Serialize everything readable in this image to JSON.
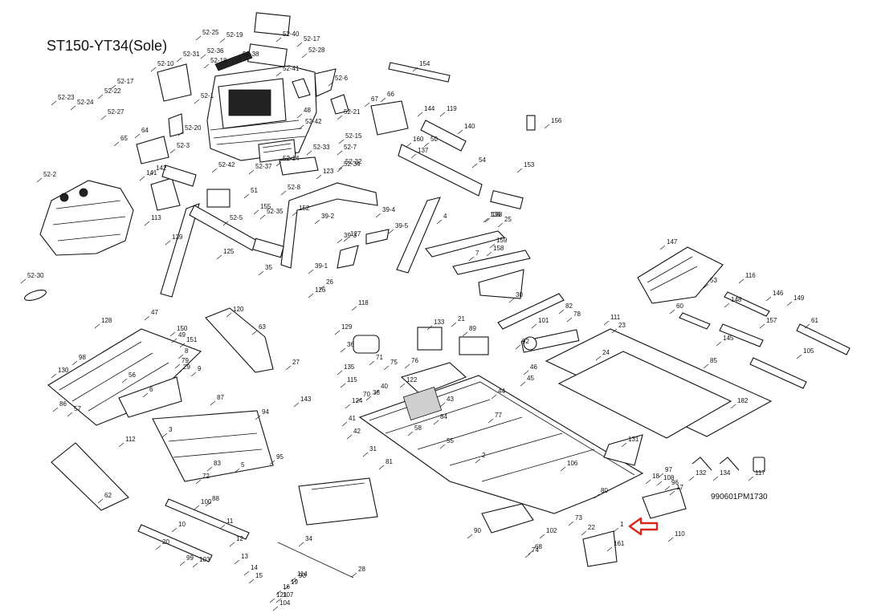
{
  "diagram": {
    "title": "ST150-YT34(Sole)",
    "drawing_code": "990601PM1730",
    "highlight_color": "#d8261c",
    "highlighted_part": "22",
    "labels": [
      "52-25",
      "52-19",
      "52-40",
      "52-17",
      "52-31",
      "52-36",
      "52-18",
      "52-38",
      "52-28",
      "52-10",
      "52-41",
      "52-17",
      "52-22",
      "52-24",
      "52-23",
      "52-27",
      "52-6",
      "52-21",
      "52-42",
      "52-15",
      "52-20",
      "52-3",
      "52-7",
      "52-32",
      "52-33",
      "52-14",
      "52-37",
      "52-34",
      "52-35",
      "52-5",
      "52-8",
      "52-2",
      "52-30",
      "52-42",
      "154",
      "156",
      "153",
      "119",
      "140",
      "144",
      "65",
      "64",
      "141",
      "142",
      "113",
      "139",
      "125",
      "138",
      "52-1",
      "48",
      "67",
      "66",
      "50",
      "54",
      "4",
      "136",
      "159",
      "25",
      "35",
      "39-2",
      "39-3",
      "39-4",
      "39-5",
      "39-1",
      "26",
      "7",
      "158",
      "30",
      "120",
      "147",
      "53",
      "116",
      "60",
      "148",
      "157",
      "146",
      "149",
      "145",
      "61",
      "85",
      "105",
      "118",
      "129",
      "133",
      "21",
      "89",
      "101",
      "82",
      "78",
      "92",
      "111",
      "23",
      "24",
      "182",
      "131",
      "132",
      "134",
      "117",
      "110",
      "106",
      "108",
      "96",
      "97",
      "18",
      "17",
      "80",
      "73",
      "102",
      "68",
      "161",
      "90",
      "22",
      "1",
      "2",
      "3",
      "5",
      "6",
      "8",
      "9",
      "10",
      "11",
      "12",
      "13",
      "14",
      "15",
      "16",
      "19",
      "20",
      "27",
      "28",
      "29",
      "31",
      "34",
      "36",
      "38",
      "40",
      "41",
      "42",
      "43",
      "44",
      "45",
      "46",
      "47",
      "49",
      "51",
      "55",
      "56",
      "57",
      "58",
      "62",
      "63",
      "70",
      "71",
      "72",
      "74",
      "75",
      "76",
      "77",
      "79",
      "81",
      "83",
      "84",
      "86",
      "87",
      "88",
      "93",
      "94",
      "95",
      "98",
      "99",
      "100",
      "103",
      "104",
      "107",
      "112",
      "114",
      "115",
      "121",
      "122",
      "123",
      "124",
      "126",
      "127",
      "128",
      "130",
      "135",
      "137",
      "143",
      "150",
      "151",
      "152",
      "155",
      "160"
    ]
  }
}
